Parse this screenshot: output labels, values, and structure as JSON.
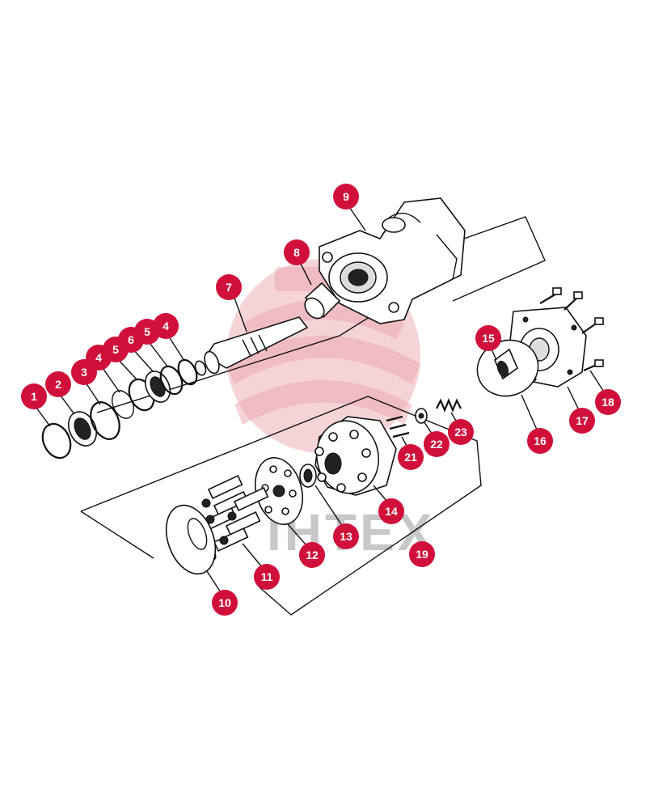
{
  "watermark": {
    "text": "IHTEX",
    "color": "#e8a0a8"
  },
  "callout_color": "#d0103a",
  "callouts": [
    {
      "label": "1"
    },
    {
      "label": "2"
    },
    {
      "label": "3"
    },
    {
      "label": "4"
    },
    {
      "label": "5"
    },
    {
      "label": "6"
    },
    {
      "label": "5"
    },
    {
      "label": "4"
    },
    {
      "label": "7"
    },
    {
      "label": "8"
    },
    {
      "label": "9"
    },
    {
      "label": "10"
    },
    {
      "label": "11"
    },
    {
      "label": "12"
    },
    {
      "label": "13"
    },
    {
      "label": "14"
    },
    {
      "label": "15"
    },
    {
      "label": "16"
    },
    {
      "label": "17"
    },
    {
      "label": "18"
    },
    {
      "label": "19"
    },
    {
      "label": "21"
    },
    {
      "label": "22"
    },
    {
      "label": "23"
    }
  ]
}
